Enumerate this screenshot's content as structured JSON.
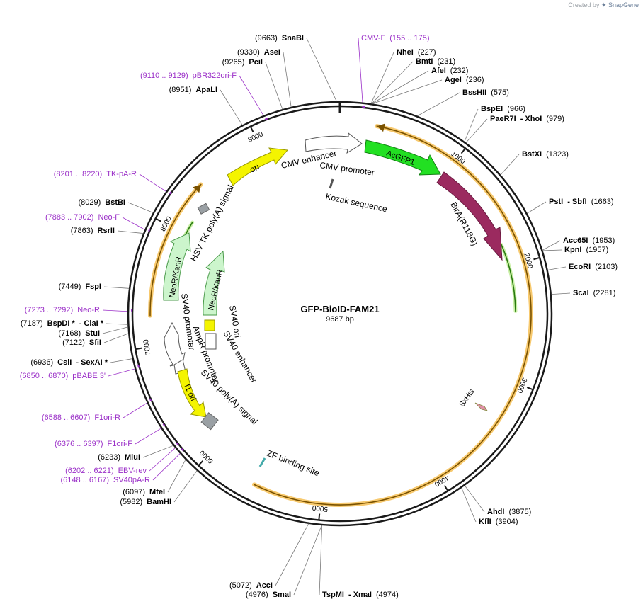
{
  "credit": {
    "prefix": "Created by",
    "brand": "SnapGene"
  },
  "map": {
    "name": "GFP-BioID-FAM21",
    "length_label": "9687 bp",
    "length_bp": 9687
  },
  "colors": {
    "enzyme_text": "#000000",
    "primer": "#9b30c8",
    "backbone": "#1a1a1a",
    "orange_feature": "#f0a020",
    "green_feature": "#44aa22",
    "ori": "#f4f400",
    "acgfp": "#22e022",
    "bira": "#9b2a5f",
    "neo": "#ccf5cc"
  },
  "tick_labels": [
    {
      "bp": 1000,
      "label": "1000"
    },
    {
      "bp": 2000,
      "label": "2000"
    },
    {
      "bp": 3000,
      "label": "3000"
    },
    {
      "bp": 4000,
      "label": "4000"
    },
    {
      "bp": 5000,
      "label": "5000"
    },
    {
      "bp": 6000,
      "label": "6000"
    },
    {
      "bp": 7000,
      "label": "7000"
    },
    {
      "bp": 8000,
      "label": "8000"
    },
    {
      "bp": 9000,
      "label": "9000"
    }
  ],
  "site_labels": [
    {
      "parts": [
        [
          "(9663)",
          "n"
        ],
        [
          "SnaBI",
          "b"
        ]
      ],
      "bp": 9663
    },
    {
      "parts": [
        [
          "CMV-F",
          "p"
        ],
        [
          "(155 .. 175)",
          "p"
        ]
      ],
      "bp": 165,
      "primer": true
    },
    {
      "parts": [
        [
          "(9330)",
          "n"
        ],
        [
          "AseI",
          "b"
        ]
      ],
      "bp": 9330
    },
    {
      "parts": [
        [
          "(9265)",
          "n"
        ],
        [
          "PciI",
          "b"
        ]
      ],
      "bp": 9265
    },
    {
      "parts": [
        [
          "NheI",
          "b"
        ],
        [
          "(227)",
          "n"
        ]
      ],
      "bp": 227
    },
    {
      "parts": [
        [
          "BmtI",
          "b"
        ],
        [
          "(231)",
          "n"
        ]
      ],
      "bp": 231
    },
    {
      "parts": [
        [
          "AfeI",
          "b"
        ],
        [
          "(232)",
          "n"
        ]
      ],
      "bp": 232
    },
    {
      "parts": [
        [
          "AgeI",
          "b"
        ],
        [
          "(236)",
          "n"
        ]
      ],
      "bp": 236
    },
    {
      "parts": [
        [
          "(9110 .. 9129)",
          "p"
        ],
        [
          "pBR322ori-F",
          "p"
        ]
      ],
      "bp": 9120,
      "primer": true
    },
    {
      "parts": [
        [
          "(8951)",
          "n"
        ],
        [
          "ApaLI",
          "b"
        ]
      ],
      "bp": 8951
    },
    {
      "parts": [
        [
          "BssHII",
          "b"
        ],
        [
          "(575)",
          "n"
        ]
      ],
      "bp": 575
    },
    {
      "parts": [
        [
          "BspEI",
          "b"
        ],
        [
          "(966)",
          "n"
        ]
      ],
      "bp": 966
    },
    {
      "parts": [
        [
          "PaeR7I",
          "b"
        ],
        [
          "- XhoI",
          "b"
        ],
        [
          "(979)",
          "n"
        ]
      ],
      "bp": 979
    },
    {
      "parts": [
        [
          "BstXI",
          "b"
        ],
        [
          "(1323)",
          "n"
        ]
      ],
      "bp": 1323
    },
    {
      "parts": [
        [
          "(8201 .. 8220)",
          "p"
        ],
        [
          "TK-pA-R",
          "p"
        ]
      ],
      "bp": 8210,
      "primer": true
    },
    {
      "parts": [
        [
          "PstI",
          "b"
        ],
        [
          "- SbfI",
          "b"
        ],
        [
          "(1663)",
          "n"
        ]
      ],
      "bp": 1663
    },
    {
      "parts": [
        [
          "(8029)",
          "n"
        ],
        [
          "BstBI",
          "b"
        ]
      ],
      "bp": 8029
    },
    {
      "parts": [
        [
          "(7883 .. 7902)",
          "p"
        ],
        [
          "Neo-F",
          "p"
        ]
      ],
      "bp": 7892,
      "primer": true
    },
    {
      "parts": [
        [
          "(7863)",
          "n"
        ],
        [
          "RsrII",
          "b"
        ]
      ],
      "bp": 7863
    },
    {
      "parts": [
        [
          "Acc65I",
          "b"
        ],
        [
          "(1953)",
          "n"
        ]
      ],
      "bp": 1953
    },
    {
      "parts": [
        [
          "KpnI",
          "b"
        ],
        [
          "(1957)",
          "n"
        ]
      ],
      "bp": 1957
    },
    {
      "parts": [
        [
          "EcoRI",
          "b"
        ],
        [
          "(2103)",
          "n"
        ]
      ],
      "bp": 2103
    },
    {
      "parts": [
        [
          "(7449)",
          "n"
        ],
        [
          "FspI",
          "b"
        ]
      ],
      "bp": 7449
    },
    {
      "parts": [
        [
          "ScaI",
          "b"
        ],
        [
          "(2281)",
          "n"
        ]
      ],
      "bp": 2281
    },
    {
      "parts": [
        [
          "(7273 .. 7292)",
          "p"
        ],
        [
          "Neo-R",
          "p"
        ]
      ],
      "bp": 7282,
      "primer": true
    },
    {
      "parts": [
        [
          "(7187)",
          "n"
        ],
        [
          "BspDI *",
          "b"
        ],
        [
          "- ClaI *",
          "b"
        ]
      ],
      "bp": 7187
    },
    {
      "parts": [
        [
          "(7168)",
          "n"
        ],
        [
          "StuI",
          "b"
        ]
      ],
      "bp": 7168
    },
    {
      "parts": [
        [
          "(7122)",
          "n"
        ],
        [
          "SfiI",
          "b"
        ]
      ],
      "bp": 7122
    },
    {
      "parts": [
        [
          "(6936)",
          "n"
        ],
        [
          "CsiI",
          "b"
        ],
        [
          "- SexAI *",
          "b"
        ]
      ],
      "bp": 6936
    },
    {
      "parts": [
        [
          "(6850 .. 6870)",
          "p"
        ],
        [
          "pBABE 3'",
          "p"
        ]
      ],
      "bp": 6860,
      "primer": true
    },
    {
      "parts": [
        [
          "(6588 .. 6607)",
          "p"
        ],
        [
          "F1ori-R",
          "p"
        ]
      ],
      "bp": 6597,
      "primer": true
    },
    {
      "parts": [
        [
          "(6376 .. 6397)",
          "p"
        ],
        [
          "F1ori-F",
          "p"
        ]
      ],
      "bp": 6386,
      "primer": true
    },
    {
      "parts": [
        [
          "(6233)",
          "n"
        ],
        [
          "MluI",
          "b"
        ]
      ],
      "bp": 6233
    },
    {
      "parts": [
        [
          "(6202 .. 6221)",
          "p"
        ],
        [
          "EBV-rev",
          "p"
        ]
      ],
      "bp": 6211,
      "primer": true
    },
    {
      "parts": [
        [
          "(6148 .. 6167)",
          "p"
        ],
        [
          "SV40pA-R",
          "p"
        ]
      ],
      "bp": 6157,
      "primer": true
    },
    {
      "parts": [
        [
          "(6097)",
          "n"
        ],
        [
          "MfeI",
          "b"
        ]
      ],
      "bp": 6097
    },
    {
      "parts": [
        [
          "(5982)",
          "n"
        ],
        [
          "BamHI",
          "b"
        ]
      ],
      "bp": 5982
    },
    {
      "parts": [
        [
          "AhdI",
          "b"
        ],
        [
          "(3875)",
          "n"
        ]
      ],
      "bp": 3875
    },
    {
      "parts": [
        [
          "KflI",
          "b"
        ],
        [
          "(3904)",
          "n"
        ]
      ],
      "bp": 3904
    },
    {
      "parts": [
        [
          "(5072)",
          "n"
        ],
        [
          "AccI",
          "b"
        ]
      ],
      "bp": 5072
    },
    {
      "parts": [
        [
          "(4976)",
          "n"
        ],
        [
          "SmaI",
          "b"
        ]
      ],
      "bp": 4976
    },
    {
      "parts": [
        [
          "TspMI",
          "b"
        ],
        [
          "- XmaI",
          "b"
        ],
        [
          "(4974)",
          "n"
        ]
      ],
      "bp": 4974
    }
  ],
  "feature_labels": [
    {
      "text": "CMV enhancer"
    },
    {
      "text": "CMV promoter"
    },
    {
      "text": "Kozak sequence"
    },
    {
      "text": "AcGFP1"
    },
    {
      "text": "BirA(R118G)"
    },
    {
      "text": "ori"
    },
    {
      "text": "HSV TK poly(A) signal"
    },
    {
      "text": "NeoR/KanR"
    },
    {
      "text": "NeoR/KanR"
    },
    {
      "text": "SV40 ori"
    },
    {
      "text": "SV40 enhancer"
    },
    {
      "text": "SV40 promoter"
    },
    {
      "text": "AmpR promoter"
    },
    {
      "text": "f1 ori"
    },
    {
      "text": "SV40 poly(A) signal"
    },
    {
      "text": "ZF binding site"
    },
    {
      "text": "8xHis"
    }
  ]
}
